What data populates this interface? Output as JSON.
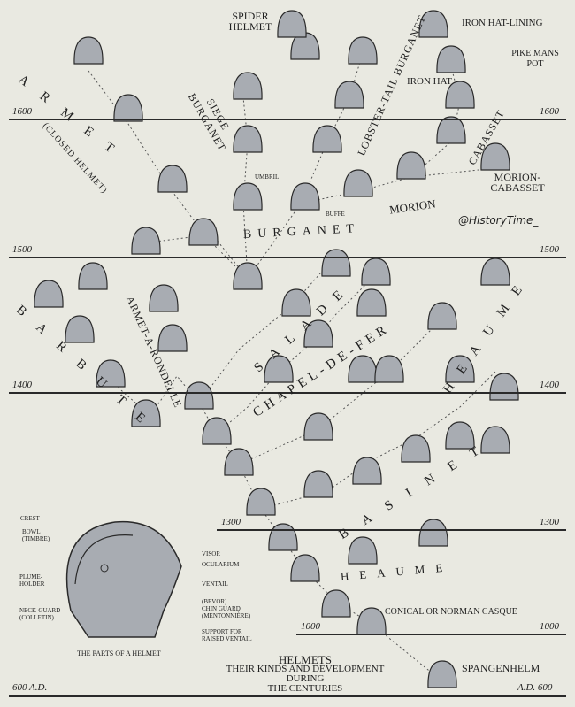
{
  "title": {
    "main": "HELMETS",
    "sub1": "THEIR KINDS AND DEVELOPMENT DURING",
    "sub2": "THE CENTURIES"
  },
  "watermark": "@HistoryTime_",
  "timeline": {
    "y1600": "1600",
    "y1500": "1500",
    "y1400": "1400",
    "y1300": "1300",
    "y1000": "1000",
    "left600": "600 A.D.",
    "right600": "A.D. 600"
  },
  "labels": {
    "spider_helmet": "SPIDER HELMET",
    "iron_hat_lining": "IRON HAT-LINING",
    "pike_mans_pot": "PIKE MANS POT",
    "iron_hat": "IRON HAT",
    "lobster_tail_burganet": "LOBSTER-TAIL BURGANET",
    "siege_burganet": "SIEGE BURGANET",
    "cabasset": "CABASSET",
    "morion_cabasset": "MORION-CABASSET",
    "morion": "MORION",
    "umbril": "UMBRIL",
    "buffe": "BUFFE",
    "burganet": "BURGANET",
    "armet": "ARMET",
    "closed_helmet": "(CLOSED HELMET)",
    "barbute": "BARBUTE",
    "armet_a_rondelle": "ARMET-A-RONDELLE",
    "salade": "SALADE",
    "chapel_de_fer": "CHAPEL-DE-FER",
    "heaume_upper": "HEAUME",
    "basinet": "BASINET",
    "heaume_lower": "HEAUME",
    "conical": "CONICAL OR NORMAN CASQUE",
    "spangenhelm": "SPANGENHELM"
  },
  "parts": {
    "caption": "THE PARTS OF A HELMET",
    "crest": "CREST",
    "bowl": "BOWL",
    "timbre": "(TIMBRE)",
    "plume1": "PLUME-",
    "plume2": "HOLDER",
    "neck1": "NECK-GUARD",
    "neck2": "(COLLETIN)",
    "visor": "VISOR",
    "ocularium": "OCULARIUM",
    "ventail": "VENTAIL",
    "bevor": "(BEVOR)",
    "chin": "CHIN GUARD",
    "menton": "(MENTONNIÈRE)",
    "support1": "SUPPORT FOR",
    "support2": "RAISED VENTAIL"
  },
  "colors": {
    "paper": "#e9e9e1",
    "steel": "#a8acb2",
    "ink": "#2a2a2a"
  }
}
